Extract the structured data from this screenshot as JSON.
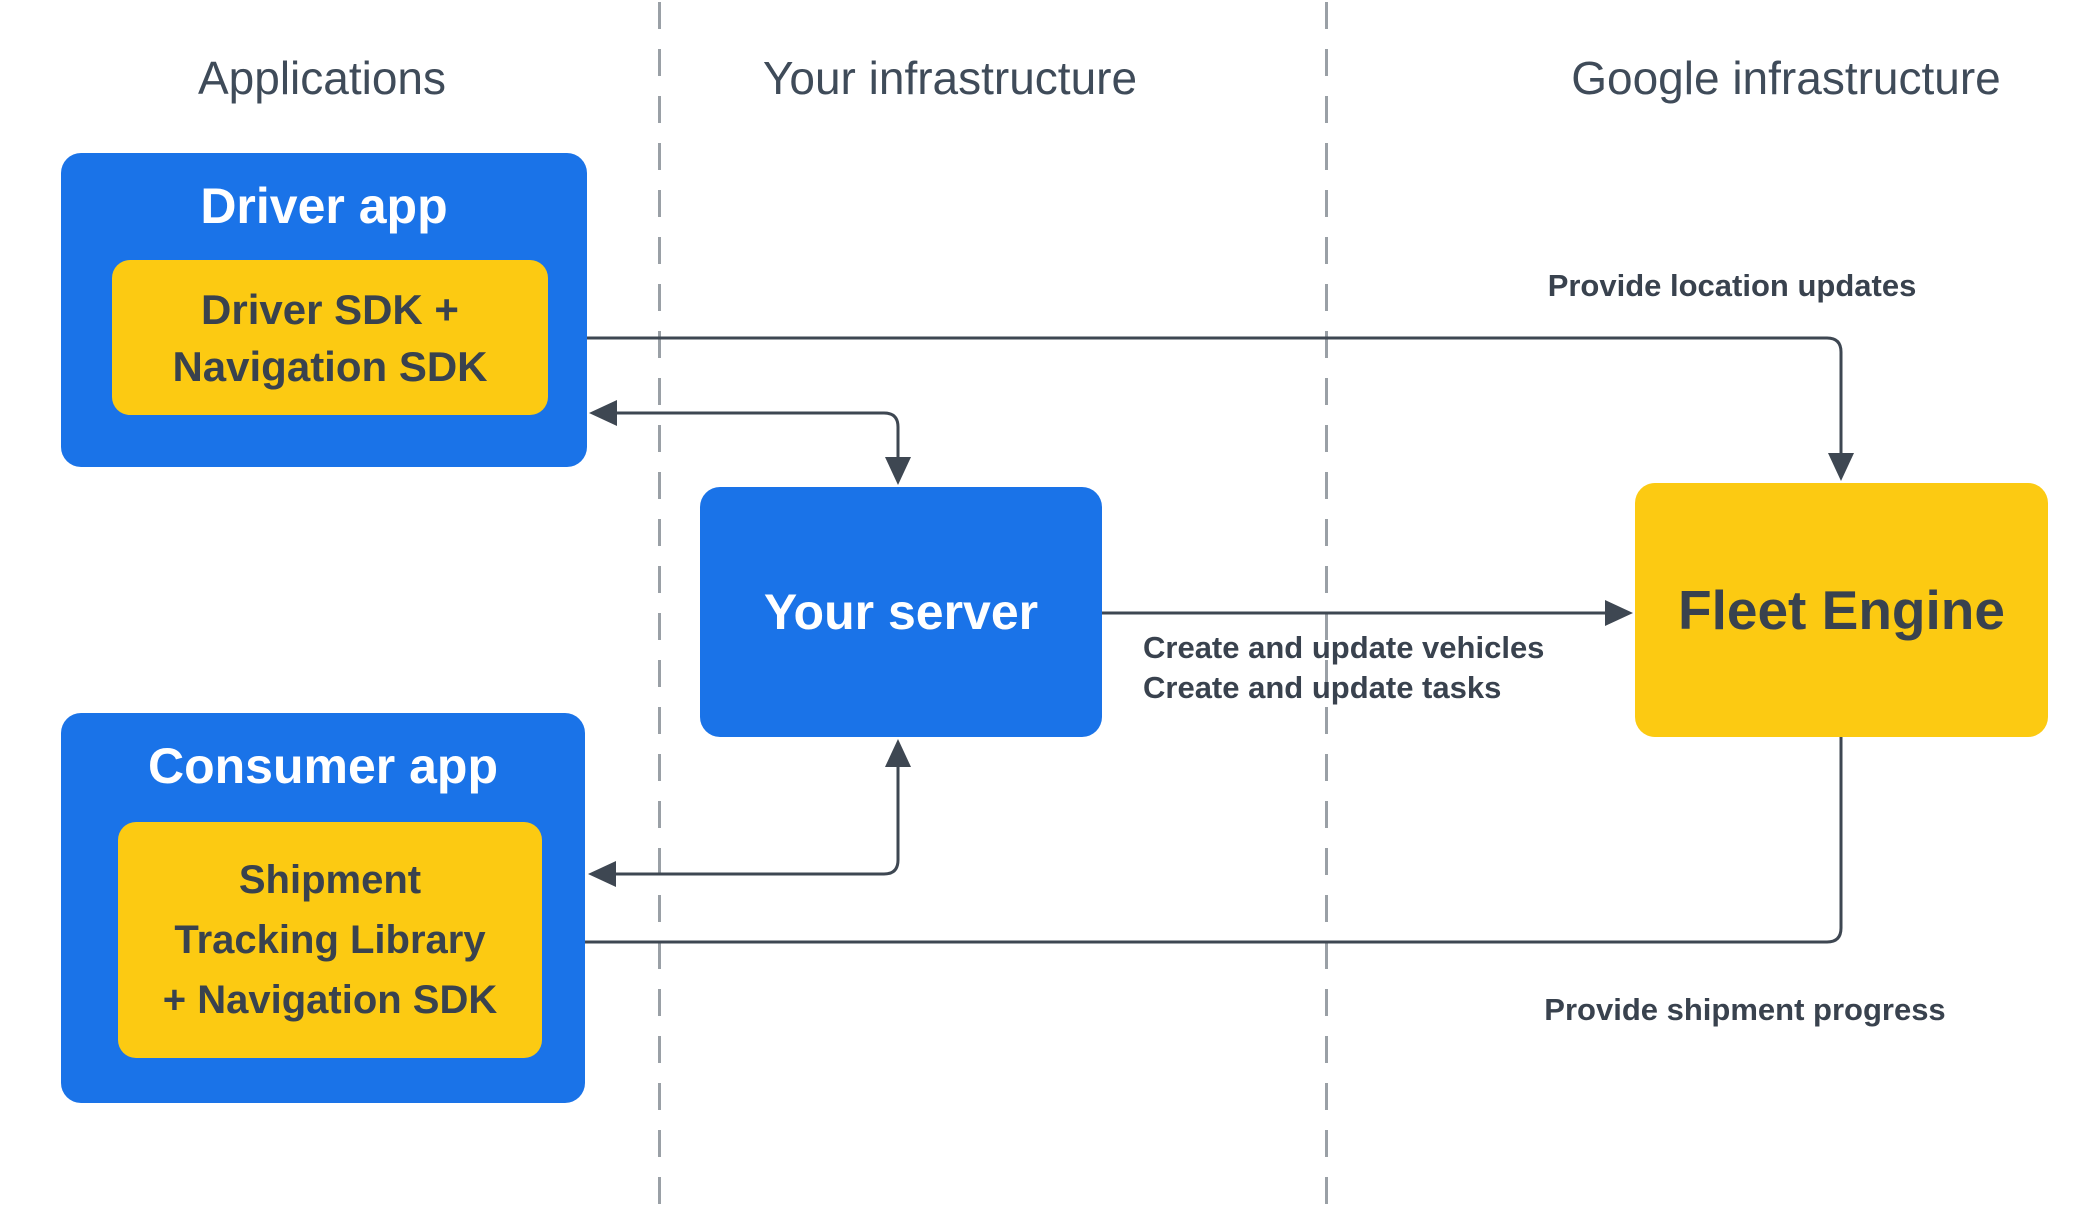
{
  "diagram": {
    "columns": [
      {
        "label": "Applications"
      },
      {
        "label": "Your infrastructure"
      },
      {
        "label": "Google infrastructure"
      }
    ],
    "nodes": {
      "driver_app": {
        "title": "Driver app",
        "sdk_lines": [
          "Driver SDK +",
          "Navigation SDK"
        ]
      },
      "consumer_app": {
        "title": "Consumer app",
        "sdk_lines": [
          "Shipment",
          "Tracking Library",
          "+ Navigation SDK"
        ]
      },
      "your_server": {
        "title": "Your server"
      },
      "fleet_engine": {
        "title": "Fleet Engine"
      }
    },
    "arrow_labels": {
      "location_updates": "Provide location updates",
      "create_vehicles": "Create and update vehicles",
      "create_tasks": "Create and update tasks",
      "shipment_progress": "Provide shipment progress"
    },
    "colors": {
      "app_blue": "#1a73e8",
      "sdk_yellow": "#fcca12",
      "line_dark": "#3e4752",
      "divider_gray": "#9aa0a6",
      "text_on_blue": "#ffffff",
      "text_dark": "#39424e",
      "header_text": "#3f4b59"
    }
  }
}
